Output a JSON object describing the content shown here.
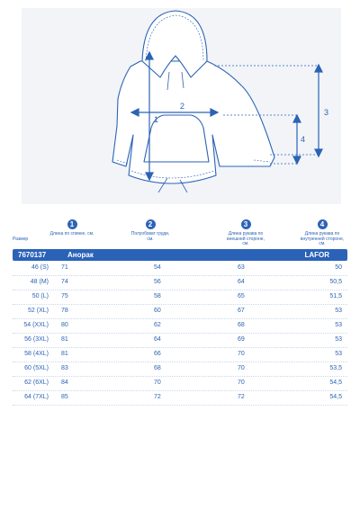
{
  "diagram": {
    "markers": [
      "1",
      "2",
      "3",
      "4"
    ],
    "colors": {
      "line": "#2b63b5",
      "fill": "#f2f4f8",
      "bg": "#ffffff"
    }
  },
  "table": {
    "size_header": "Размер",
    "columns": [
      {
        "num": "1",
        "label": "Длина по спинке, см."
      },
      {
        "num": "2",
        "label": "Полуобхват груди, см."
      },
      {
        "num": "3",
        "label": "Длина рукава по внешней стороне, см."
      },
      {
        "num": "4",
        "label": "Длина рукава по внутренней стороне, см."
      }
    ],
    "product_code": "7670137",
    "product_name": "Анорак",
    "brand": "LAFOR",
    "rows": [
      [
        "46 (S)",
        "71",
        "54",
        "63",
        "50"
      ],
      [
        "48 (M)",
        "74",
        "56",
        "64",
        "50,5"
      ],
      [
        "50 (L)",
        "75",
        "58",
        "65",
        "51,5"
      ],
      [
        "52 (XL)",
        "78",
        "60",
        "67",
        "53"
      ],
      [
        "54 (XXL)",
        "80",
        "62",
        "68",
        "53"
      ],
      [
        "56 (3XL)",
        "81",
        "64",
        "69",
        "53"
      ],
      [
        "58 (4XL)",
        "81",
        "66",
        "70",
        "53"
      ],
      [
        "60 (5XL)",
        "83",
        "68",
        "70",
        "53,5"
      ],
      [
        "62 (6XL)",
        "84",
        "70",
        "70",
        "54,5"
      ],
      [
        "64 (7XL)",
        "85",
        "72",
        "72",
        "54,5"
      ]
    ]
  }
}
